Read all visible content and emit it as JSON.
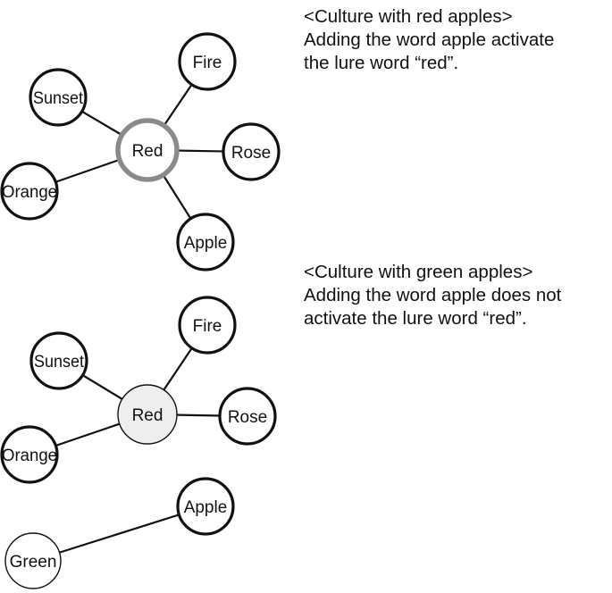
{
  "panel_red": {
    "caption": {
      "line1": "<Culture with red apples>",
      "line2": "Adding the word apple activate",
      "line3": "the lure word “red”."
    },
    "nodes": {
      "red": "Red",
      "fire": "Fire",
      "sunset": "Sunset",
      "rose": "Rose",
      "orange": "Orange",
      "apple": "Apple"
    },
    "highlight_color": "#8a8a8a"
  },
  "panel_green": {
    "caption": {
      "line1": "<Culture with green apples>",
      "line2": "Adding the word apple does not",
      "line3": "activate the lure word “red”."
    },
    "nodes": {
      "red": "Red",
      "fire": "Fire",
      "sunset": "Sunset",
      "rose": "Rose",
      "orange": "Orange",
      "apple": "Apple",
      "green": "Green"
    },
    "red_fill_color": "#eeeeee"
  }
}
